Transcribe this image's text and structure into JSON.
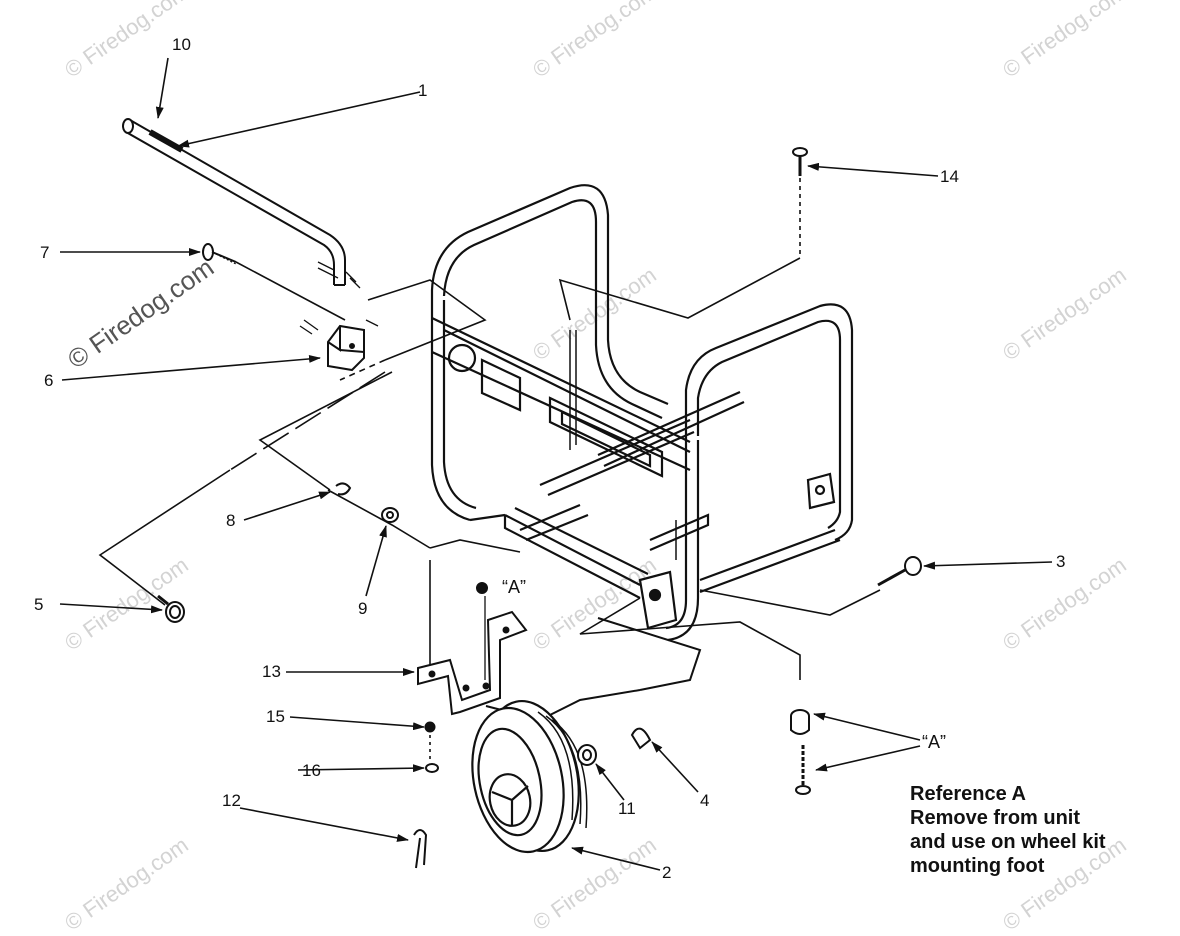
{
  "watermark_text": "© Firedog.com",
  "callouts": {
    "c1": "1",
    "c2": "2",
    "c3": "3",
    "c4": "4",
    "c5": "5",
    "c6": "6",
    "c7": "7",
    "c8": "8",
    "c9": "9",
    "c10": "10",
    "c11": "11",
    "c12": "12",
    "c13": "13",
    "c14": "14",
    "c15": "15",
    "c16": "16",
    "a_left": "“A”",
    "a_right": "“A”"
  },
  "reference": {
    "line1": "Reference A",
    "line2": "Remove from unit",
    "line3": "and use on wheel kit",
    "line4": "mounting foot"
  }
}
